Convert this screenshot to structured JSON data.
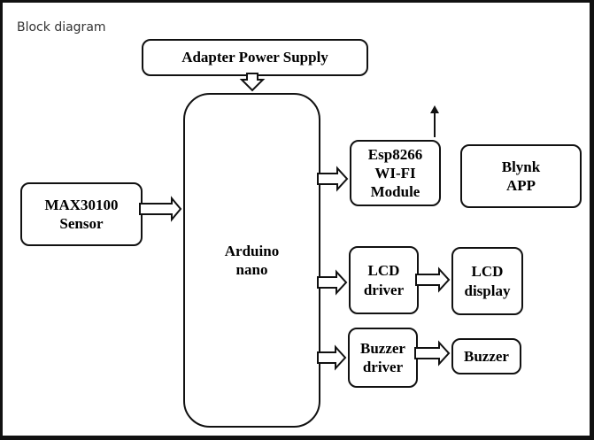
{
  "diagram": {
    "caption": "Block diagram",
    "blocks": {
      "power": "Adapter Power Supply",
      "sensor": "MAX30100\nSensor",
      "arduino": "Arduino\nnano",
      "esp": "Esp8266\nWI-FI\nModule",
      "blynk": "Blynk\nAPP",
      "lcd_driver": "LCD\ndriver",
      "lcd_display": "LCD\ndisplay",
      "buzzer_driver": "Buzzer\ndriver",
      "buzzer": "Buzzer"
    }
  }
}
